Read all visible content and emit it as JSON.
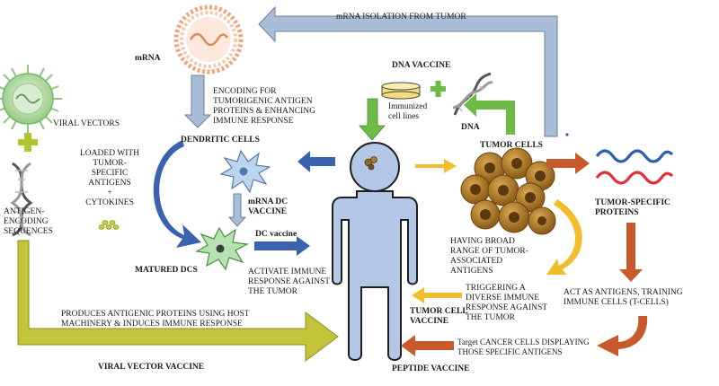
{
  "labels": {
    "mrna_isolation": "mRNA ISOLATION FROM TUMOR",
    "mrna": "mRNA",
    "dna_vaccine": "DNA VACCINE",
    "immunized_cell_lines": "Immunized\ncell lines",
    "dna": "DNA",
    "tumor_cells": "TUMOR CELLS",
    "viral_vectors": "VIRAL VECTORS",
    "encoding": "ENCODING FOR\nTUMORIGENIC ANTIGEN\nPROTEINS & ENHANCING\nIMMUNE RESPONSE",
    "dendritic_cells": "DENDRITIC CELLS",
    "loaded_with": "LOADED WITH\nTUMOR-\nSPECIFIC\nANTIGENS\n+\nCYTOKINES",
    "antigen_encoding": "ANTIGEN-\nENCODING\nSEQUENCES",
    "mrna_dc_vaccine": "mRNA DC\nVACCINE",
    "dc_vaccine": "DC vaccine",
    "matured_dcs": "MATURED DCS",
    "activate_immune": "ACTIVATE IMMUNE\nRESPONSE AGAINST\nTHE TUMOR",
    "tumor_specific_proteins": "TUMOR-SPECIFIC\nPROTEINS",
    "broad_range": "HAVING BROAD\nRANGE OF TUMOR-\nASSOCIATED\nANTIGENS",
    "triggering": "TRIGGERING A\nDIVERSE IMMUNE\nRESPONSE AGAINST\nTHE TUMOR",
    "act_as_antigens": "ACT AS ANTIGENS, TRAINING\nIMMUNE CELLS (T-CELLS)",
    "produces": "PRODUCES ANTIGENIC PROTEINS USING HOST\nMACHINERY & INDUCES IMMUNE RESPONSE",
    "tumor_cell_vaccine": "TUMOR CELL\nVACCINE",
    "target_cancer": "Target CANCER CELLS DISPLAYING\nTHOSE SPECIFIC ANTIGENS",
    "viral_vector_vaccine": "VIRAL VECTOR VACCINE",
    "peptide_vaccine": "PEPTIDE VACCINE"
  },
  "colors": {
    "mrna_arrow": "#a9bdd6",
    "viral_arrow": "#c4c43a",
    "dc_arrow": "#3b62b0",
    "green_arrow": "#6dbb45",
    "orange_arrow": "#c8592a",
    "yellow_arrow": "#f2bd2c",
    "human": "#b4c7e7",
    "dc_cell": "#bcd4ee",
    "matured_dc": "#b7e3b1",
    "tumor_cell": "#b8862e",
    "viral_vector": "#a6d49a"
  },
  "icons": [
    "mrna-liposome-icon",
    "viral-vector-icon",
    "dna-helix-icon",
    "petri-dish-icon",
    "dendritic-cell-icon",
    "matured-dc-icon",
    "cytokine-dots-icon",
    "human-figure-icon",
    "tumor-cells-icon",
    "protein-strands-icon",
    "plus-icon"
  ]
}
